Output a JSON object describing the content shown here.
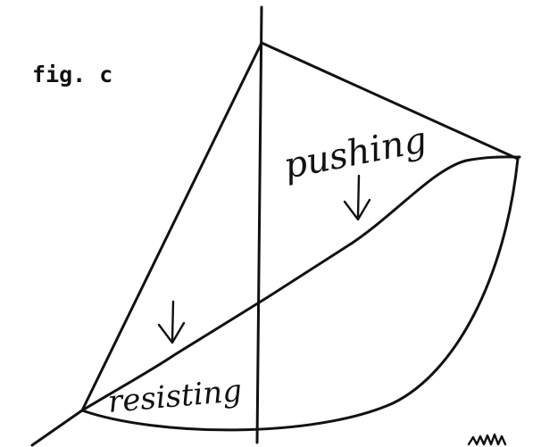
{
  "figure": {
    "caption": "fig. c"
  },
  "labels": {
    "upper_zone": "pushing",
    "lower_zone": "resisting"
  },
  "icons": {
    "force_arrow": "down-arrow-icon",
    "ink_mark": "scribble-mark"
  },
  "colors": {
    "ink": "#111111",
    "paper": "#ffffff"
  }
}
